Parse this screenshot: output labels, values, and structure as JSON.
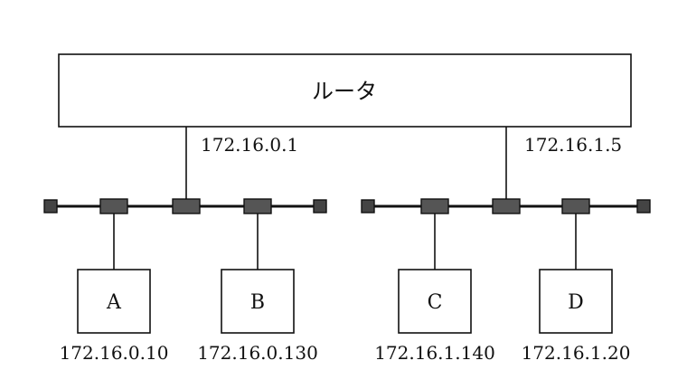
{
  "router": {
    "label": "ルータ",
    "interfaces": [
      {
        "ip": "172.16.0.1"
      },
      {
        "ip": "172.16.1.5"
      }
    ]
  },
  "hosts": [
    {
      "label": "A",
      "ip": "172.16.0.10"
    },
    {
      "label": "B",
      "ip": "172.16.0.130"
    },
    {
      "label": "C",
      "ip": "172.16.1.140"
    },
    {
      "label": "D",
      "ip": "172.16.1.20"
    }
  ],
  "colors": {
    "line": "#111111",
    "connector": "#555555",
    "terminator": "#444444"
  }
}
